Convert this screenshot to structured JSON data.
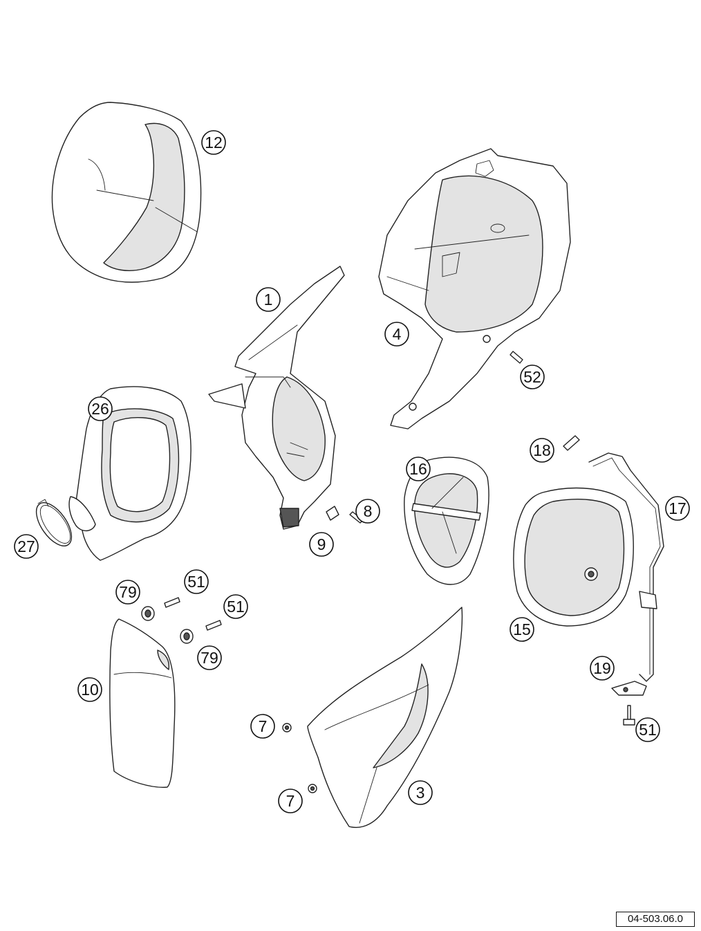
{
  "diagram": {
    "reference_code": "04-503.06.0",
    "callouts": [
      "12",
      "1",
      "4",
      "52",
      "26",
      "8",
      "9",
      "27",
      "16",
      "18",
      "17",
      "15",
      "79",
      "51",
      "51",
      "79",
      "10",
      "7",
      "7",
      "3",
      "19",
      "51"
    ]
  }
}
